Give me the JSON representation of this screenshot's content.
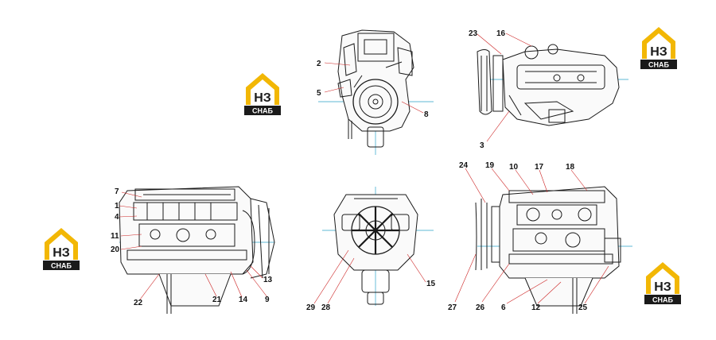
{
  "logo": {
    "letters": "НЗ",
    "caption": "СНАБ",
    "color_dark": "#1a1a1a",
    "color_accent": "#f2b705"
  },
  "views": {
    "front": {
      "callouts": [
        "2",
        "5",
        "8"
      ]
    },
    "top": {
      "callouts": [
        "23",
        "16",
        "3"
      ]
    },
    "left_side": {
      "callouts": [
        "7",
        "1",
        "4",
        "11",
        "20",
        "22",
        "21",
        "14",
        "9",
        "13"
      ]
    },
    "rear": {
      "callouts": [
        "29",
        "28",
        "15"
      ]
    },
    "right_side": {
      "callouts": [
        "24",
        "19",
        "10",
        "17",
        "18",
        "27",
        "26",
        "6",
        "12",
        "25"
      ]
    }
  },
  "colors": {
    "line": "#1a1a1a",
    "leader": "#cc2222",
    "centerline": "#2aa0c8"
  }
}
